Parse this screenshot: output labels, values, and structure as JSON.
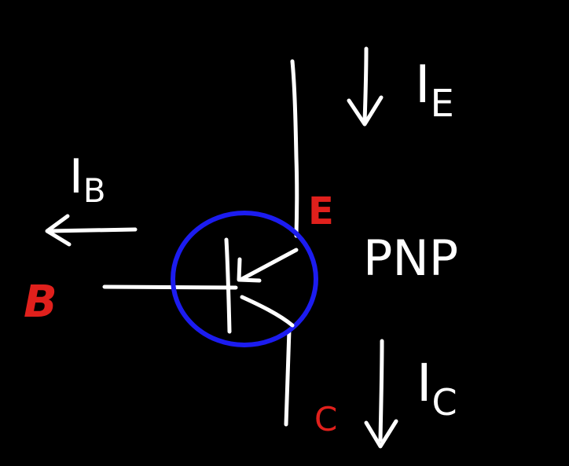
{
  "colors": {
    "background": "#000000",
    "chalk": "#ffffff",
    "terminal_label": "#e0201c",
    "transistor_circle": "#1c1cf0"
  },
  "terminals": {
    "base": "B",
    "emitter": "E",
    "collector": "C"
  },
  "transistor_type": "PNP",
  "currents": {
    "emitter": {
      "symbol": "I",
      "subscript": "E",
      "direction": "down"
    },
    "base": {
      "symbol": "I",
      "subscript": "B",
      "direction": "left"
    },
    "collector": {
      "symbol": "I",
      "subscript": "C",
      "direction": "down"
    }
  }
}
